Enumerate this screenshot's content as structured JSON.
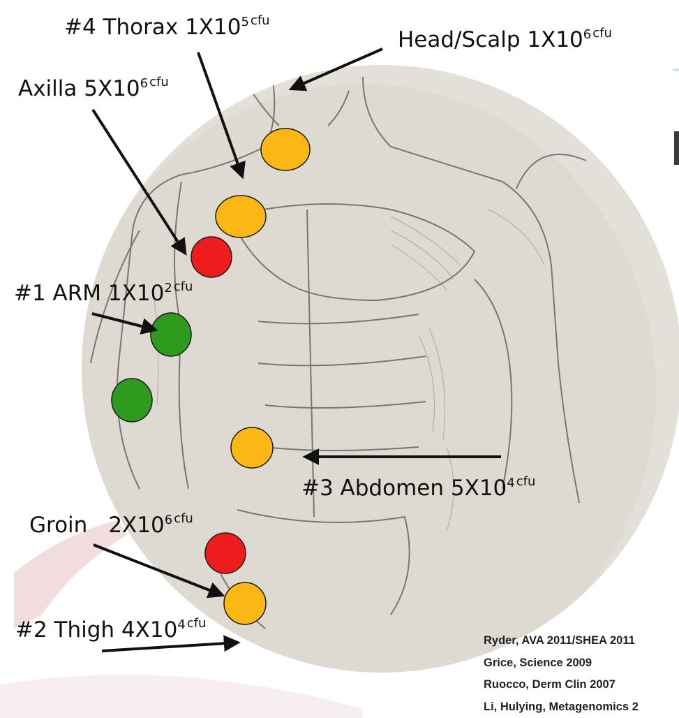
{
  "labels": {
    "thorax": {
      "name": "#4 Thorax",
      "coef": "1X10",
      "exp": "5",
      "unit": "cfu"
    },
    "head": {
      "name": "Head/Scalp",
      "coef": "1X10",
      "exp": "6",
      "unit": "cfu"
    },
    "axilla": {
      "name": "Axilla",
      "coef": "5X10",
      "exp": "6",
      "unit": "cfu"
    },
    "arm": {
      "name": "#1 ARM",
      "coef": "1X10",
      "exp": "2",
      "unit": "cfu"
    },
    "abdomen": {
      "name": "#3 Abdomen",
      "coef": "5X10",
      "exp": "4",
      "unit": "cfu"
    },
    "groin": {
      "name": "Groin",
      "coef": "2X10",
      "exp": "6",
      "unit": "cfu"
    },
    "thigh": {
      "name": "#2 Thigh",
      "coef": "4X10",
      "exp": "4",
      "unit": "cfu"
    }
  },
  "references": [
    "Ryder, AVA 2011/SHEA 2011",
    "Grice, Science 2009",
    "Ruocco, Derm Clin 2007",
    "Li, Hulying, Metagenomics 2"
  ],
  "colors": {
    "red": "#ee1c1c",
    "orange": "#fbb714",
    "green": "#2e9a1e",
    "swoosh": "#e9c9c9",
    "sketch_bg": "#e3e0d9"
  }
}
